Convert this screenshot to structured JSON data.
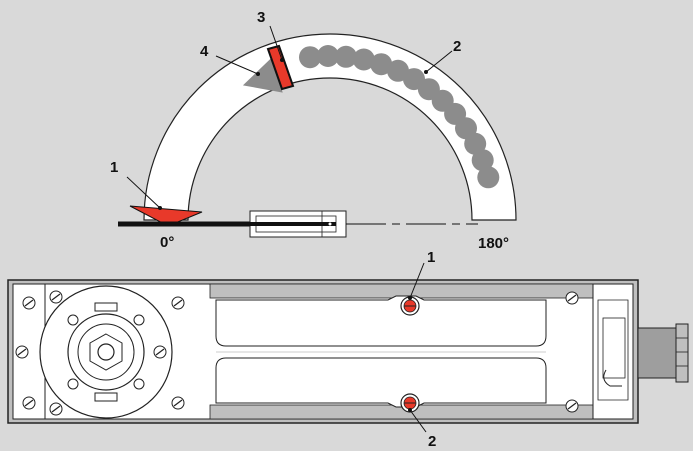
{
  "diagram": {
    "arc_callouts": {
      "c1": "1",
      "c2": "2",
      "c3": "3",
      "c4": "4"
    },
    "angle_start": "0°",
    "angle_end": "180°",
    "body_callouts": {
      "top": "1",
      "bottom": "2"
    }
  },
  "colors": {
    "background": "#d9d9d9",
    "accent_red": "#e8392a",
    "marker_grey": "#8c8c8c",
    "body_fill": "#bfbfbf",
    "white": "#ffffff"
  }
}
